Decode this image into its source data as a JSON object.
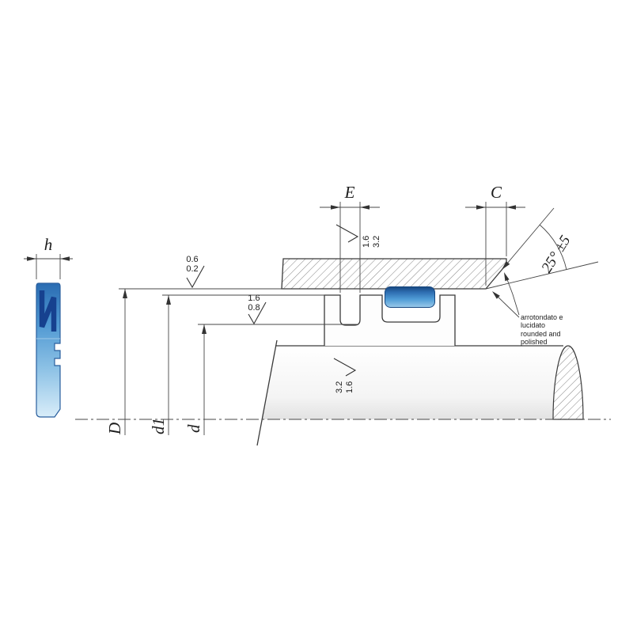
{
  "drawing": {
    "dim_h": "h",
    "dim_E": "E",
    "dim_C": "C",
    "dim_D": "D",
    "dim_d1": "d1",
    "dim_d": "d",
    "angle": "25° ±5",
    "finish": {
      "bore_a": "0.6",
      "bore_b": "0.2",
      "land_a": "1.6",
      "land_b": "0.8",
      "side_a": "1.6",
      "side_b": "3.2",
      "inner_a": "3.2",
      "inner_b": "1.6"
    },
    "note": {
      "l1": "arrotondato e",
      "l2": "lucidato",
      "l3": "rounded and",
      "l4": "polished"
    }
  },
  "colors": {
    "seal_dark": "#16418f",
    "seal_mid": "#4f98d2",
    "seal_light": "#d9edf9",
    "line": "#3a3a3a",
    "hatch": "#8f8f8f"
  }
}
